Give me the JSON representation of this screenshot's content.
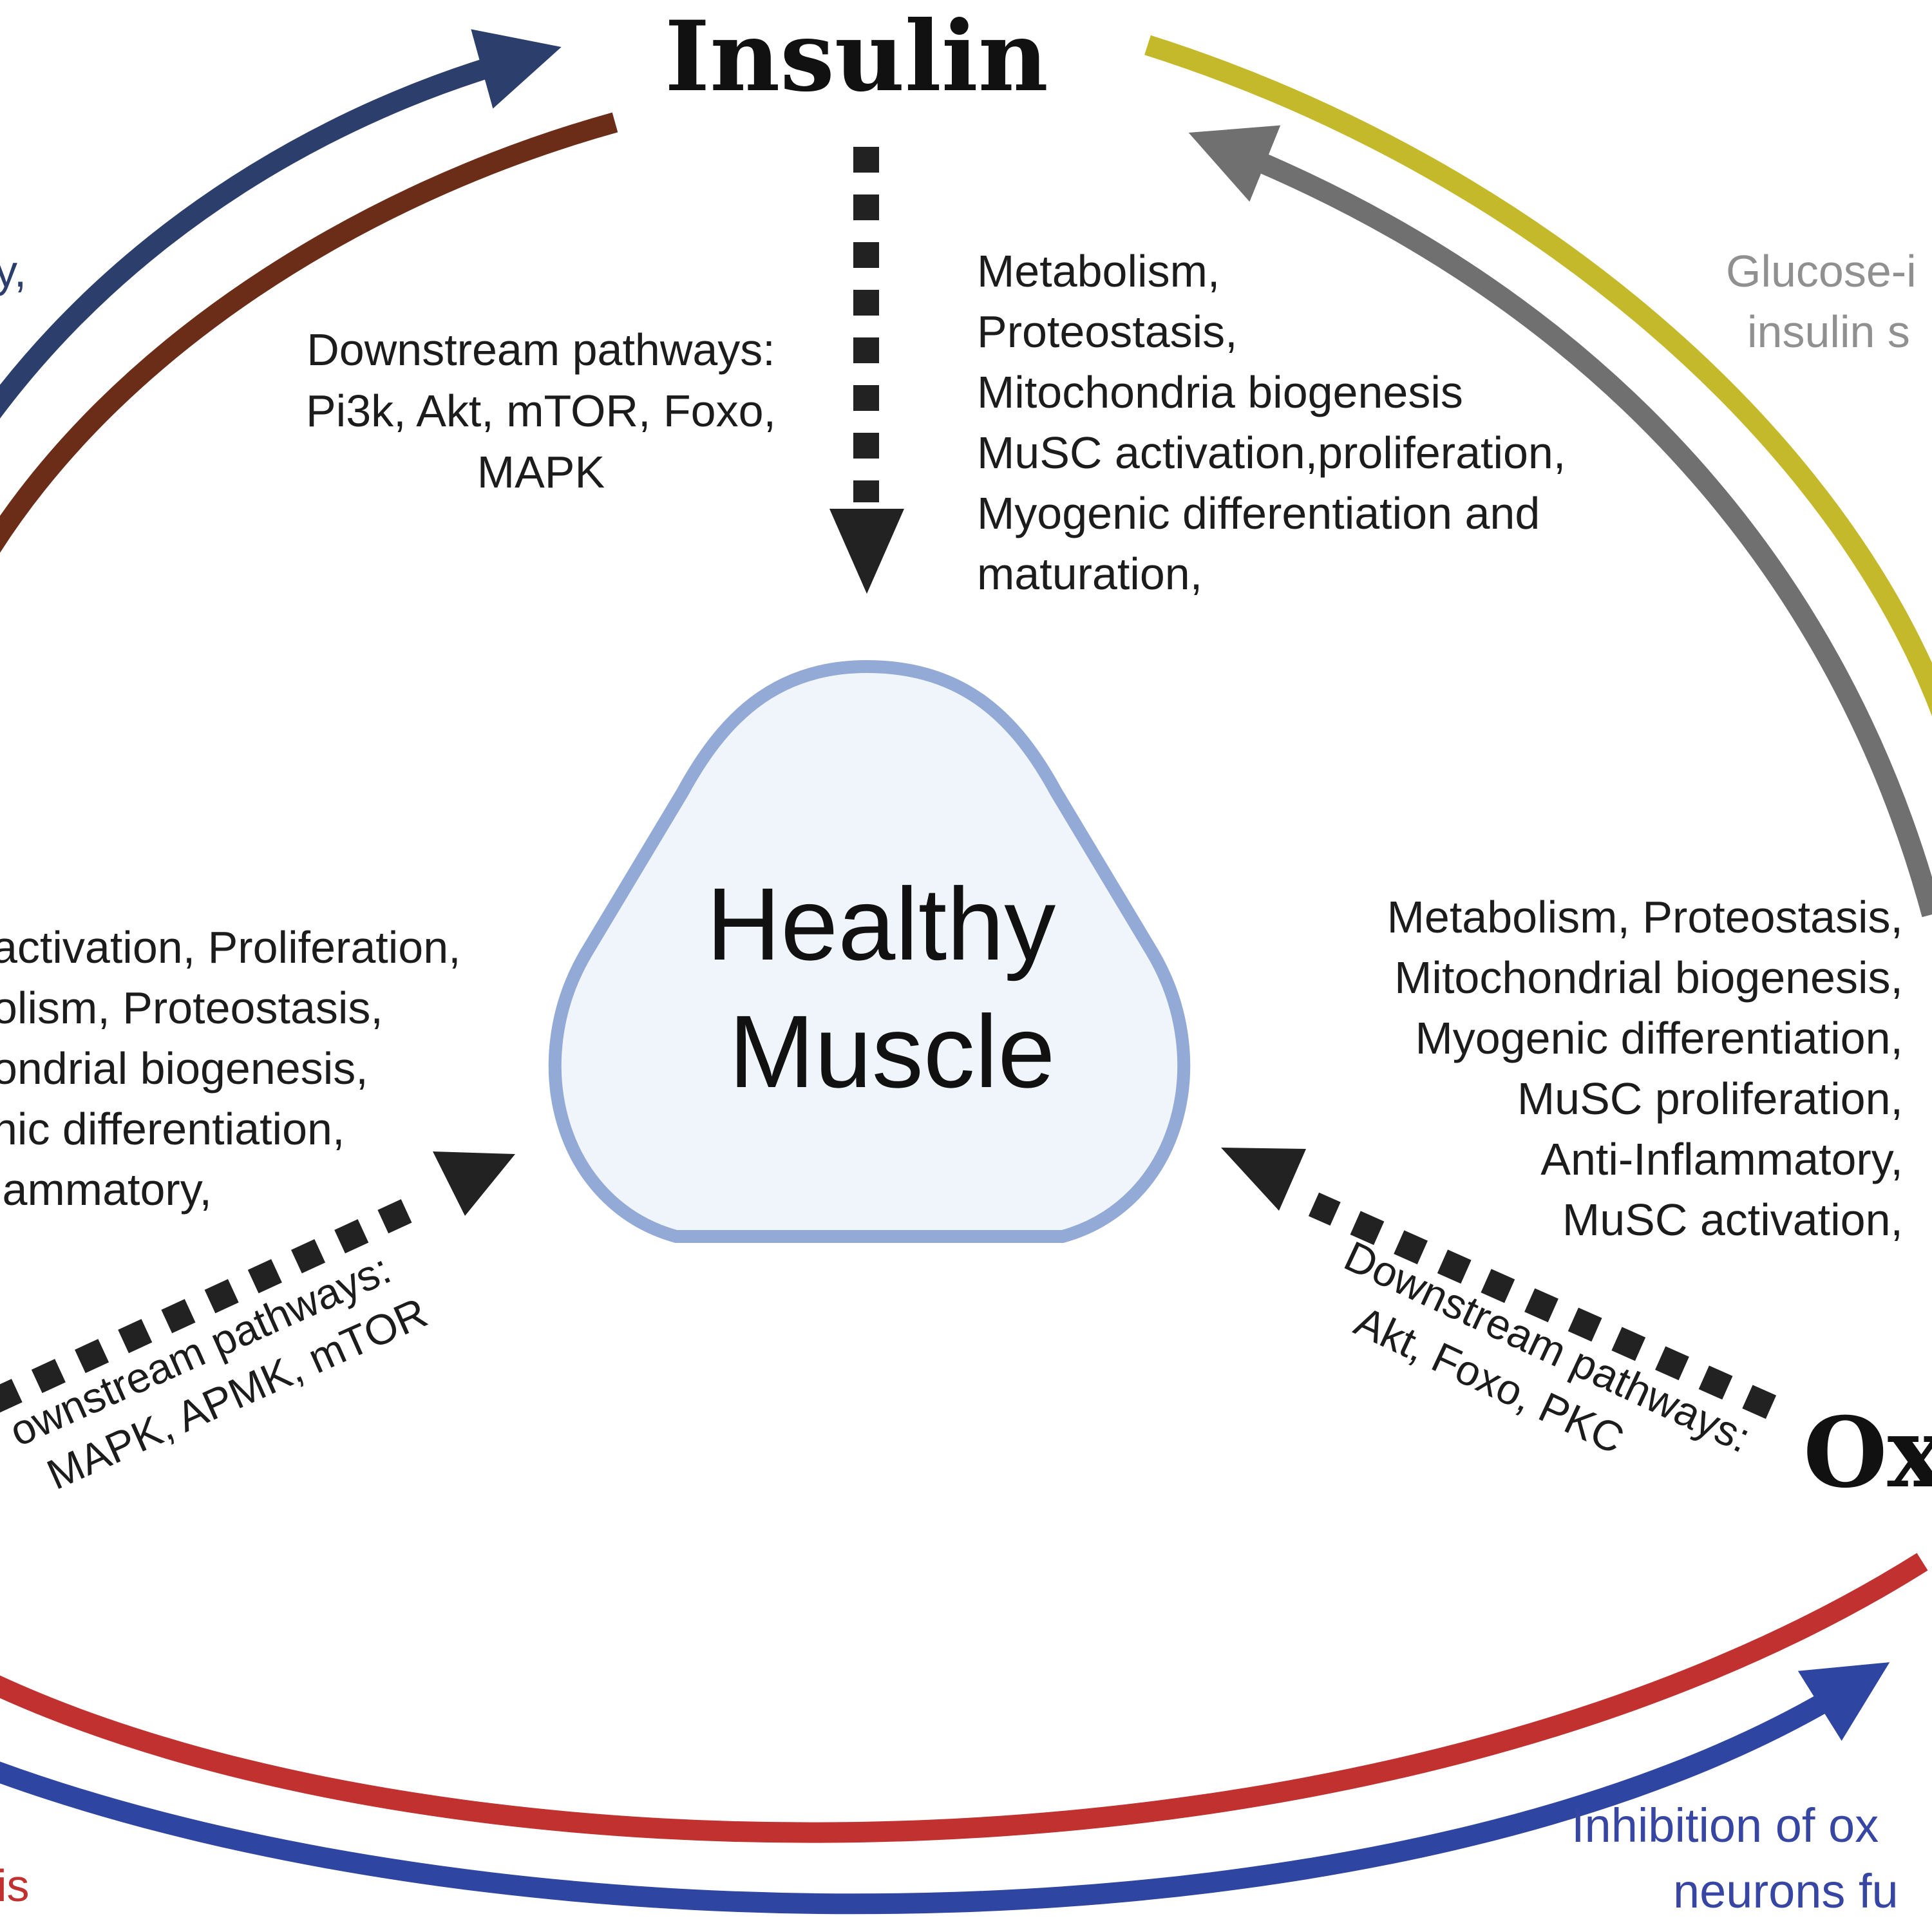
{
  "nodes": {
    "insulin": "Insulin",
    "healthy_muscle": [
      "Healthy",
      "Muscle"
    ],
    "oxytocin_partial": "Ox"
  },
  "insulin_pathways": {
    "heading": "Downstream pathways:",
    "line2": "Pi3k, Akt, mTOR, Foxo,",
    "line3": "MAPK"
  },
  "insulin_effects": [
    "Metabolism,",
    "Proteostasis,",
    "Mitochondria biogenesis",
    "MuSC activation,proliferation,",
    "Myogenic differentiation and",
    "maturation,"
  ],
  "left_effects": [
    "activation, Proliferation,",
    "olism, Proteostasis,",
    "ondrial biogenesis,",
    "nic differentiation,",
    "lammatory,"
  ],
  "left_pathways": {
    "line1": "ownstream pathways:",
    "line2": "MAPK, APMK, mTOR"
  },
  "oxytocin_effects": [
    "Metabolism, Proteostasis,",
    "Mitochondrial biogenesis,",
    "Myogenic differentiation,",
    "MuSC proliferation,",
    "Anti-Inflammatory,",
    "MuSC activation,"
  ],
  "oxytocin_pathways": {
    "line1": "Downstream pathways:",
    "line2": "Akt, Foxo, PKC"
  },
  "edge_labels": {
    "top_left_partial": "y,",
    "glucose_line1": "Glucose-i",
    "glucose_line2": "insulin s",
    "bottom_left_partial": "is",
    "bottom_right_line1": "Inhibition of ox",
    "bottom_right_line2": "neurons fu"
  },
  "colors": {
    "navy_arrow": "#2c3e6b",
    "brown_arc": "#6b2d17",
    "olive_arc": "#c3b92b",
    "gray_arrow": "#707070",
    "red_arc": "#c0312f",
    "blue_arrow": "#2f45a2",
    "muscle_fill": "#eff5fa",
    "muscle_stroke": "#93a9d6",
    "glucose_text": "#909090",
    "blue_text": "#3846a3",
    "red_text": "#c0312f",
    "navy_text": "#2c3e6b"
  }
}
